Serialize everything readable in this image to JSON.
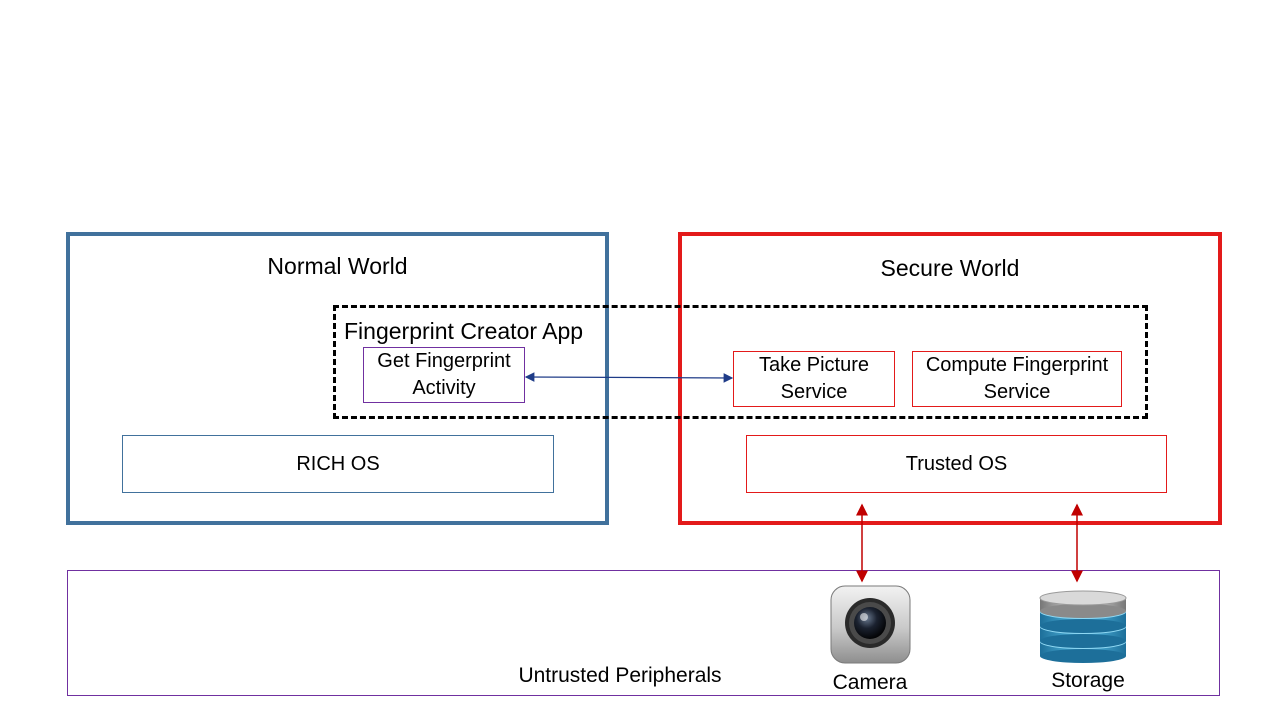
{
  "normal_world": {
    "title": "Normal World",
    "color": "#41719c"
  },
  "secure_world": {
    "title": "Secure World",
    "color": "#e31a1a"
  },
  "app": {
    "title": "Fingerprint Creator App"
  },
  "components": {
    "get_fingerprint": "Get Fingerprint\nActivity",
    "take_picture": "Take Picture\nService",
    "compute_fingerprint": "Compute Fingerprint\nService",
    "rich_os": "RICH OS",
    "trusted_os": "Trusted OS"
  },
  "peripherals": {
    "title": "Untrusted Peripherals",
    "camera": {
      "label": "Camera",
      "icon": "camera-icon"
    },
    "storage": {
      "label": "Storage",
      "icon": "database-icon"
    }
  },
  "colors": {
    "arrow_blue": "#1f3c88",
    "arrow_red": "#c00000",
    "purple": "#7030a0"
  }
}
